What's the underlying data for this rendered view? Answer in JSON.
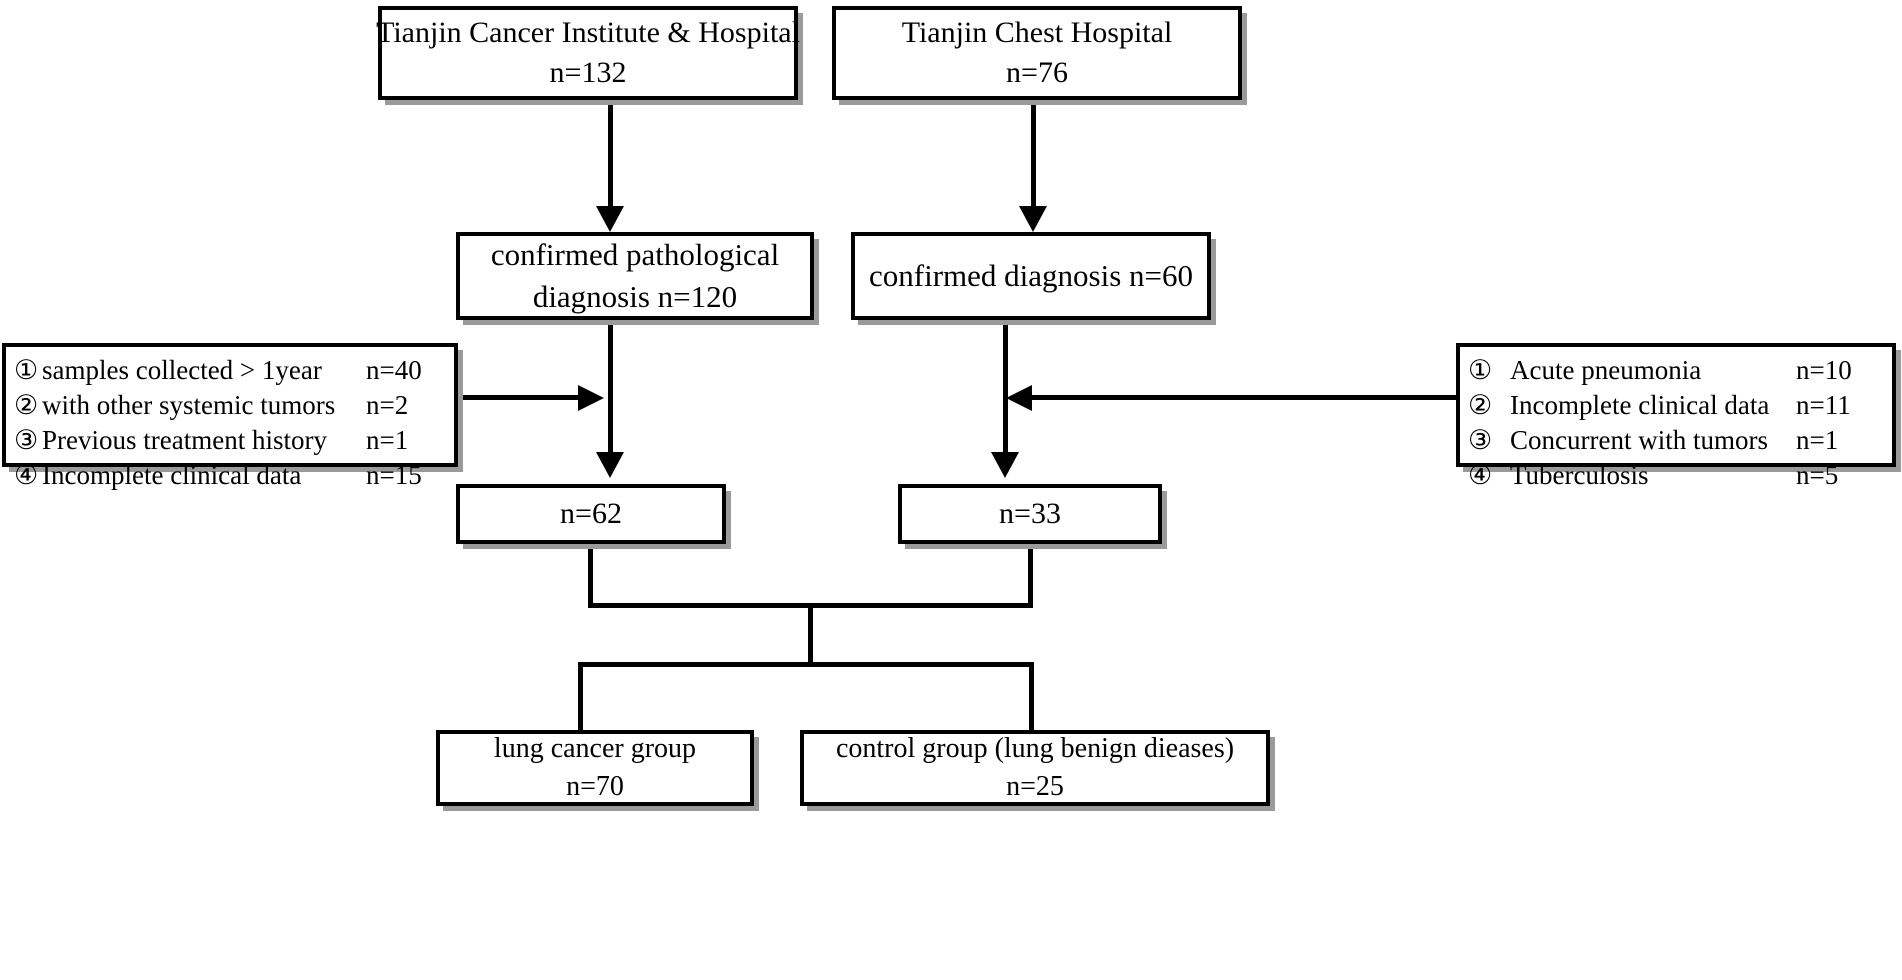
{
  "diagram": {
    "type": "flowchart",
    "title": "Patient enrollment flow diagram",
    "colors": {
      "line": "#000000",
      "box_border": "#000000",
      "box_fill": "#ffffff",
      "shadow": "#9a9a9a"
    },
    "sources": [
      {
        "id": "source-left",
        "name": "Tianjin Cancer Institute & Hospital",
        "count": "n=132"
      },
      {
        "id": "source-right",
        "name": "Tianjin Chest Hospital",
        "count": "n=76"
      }
    ],
    "confirmed": [
      {
        "id": "confirmed-left",
        "line1": "confirmed pathological",
        "line2": "diagnosis    n=120"
      },
      {
        "id": "confirmed-right",
        "line1": "confirmed  diagnosis   n=60",
        "line2": ""
      }
    ],
    "exclusions_left": {
      "id": "exclusions-left",
      "items": [
        {
          "marker": "①",
          "text": "samples collected  > 1year",
          "count": "n=40"
        },
        {
          "marker": "②",
          "text": "with other systemic tumors",
          "count": "n=2"
        },
        {
          "marker": "③",
          "text": "Previous treatment history",
          "count": "n=1"
        },
        {
          "marker": "④",
          "text": "Incomplete clinical data",
          "count": "n=15"
        }
      ]
    },
    "exclusions_right": {
      "id": "exclusions-right",
      "items": [
        {
          "marker": "①",
          "text": "Acute pneumonia",
          "count": "n=10"
        },
        {
          "marker": "②",
          "text": "Incomplete clinical data",
          "count": "n=11"
        },
        {
          "marker": "③",
          "text": "Concurrent with tumors",
          "count": "n=1"
        },
        {
          "marker": "④",
          "text": "Tuberculosis",
          "count": "n=5"
        }
      ]
    },
    "remaining": [
      {
        "id": "remaining-left",
        "count": "n=62"
      },
      {
        "id": "remaining-right",
        "count": "n=33"
      }
    ],
    "groups": [
      {
        "id": "group-case",
        "label": "lung cancer group",
        "count": "n=70"
      },
      {
        "id": "group-control",
        "label": "control group (lung benign dieases)",
        "count": "n=25"
      }
    ]
  }
}
